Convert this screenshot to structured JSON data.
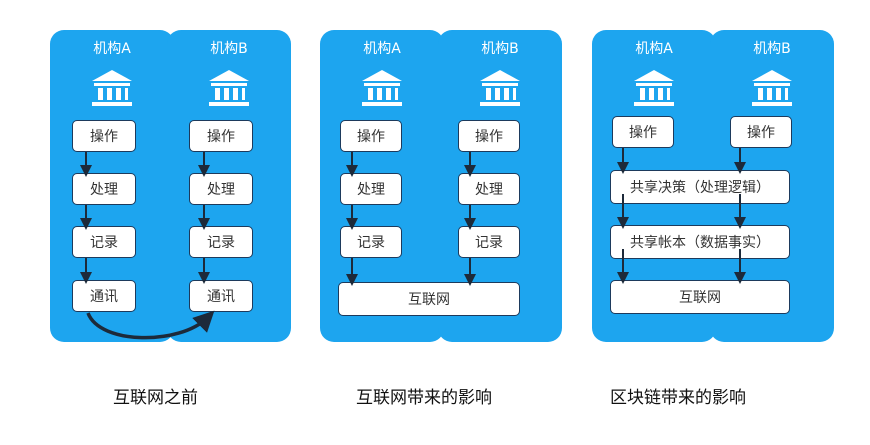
{
  "colors": {
    "panel": "#1da5ef",
    "arrow": "#1d2a3a",
    "box_border": "#1d3a5c"
  },
  "panels": [
    {
      "caption": "互联网之前",
      "orgs": [
        {
          "title": "机构A",
          "icon": "bank-building-icon",
          "steps": [
            "操作",
            "处理",
            "记录",
            "通讯"
          ]
        },
        {
          "title": "机构B",
          "icon": "bank-building-icon",
          "steps": [
            "操作",
            "处理",
            "记录",
            "通讯"
          ]
        }
      ],
      "connector": "curved arrow from 机构A 通讯 to 机构B 通讯"
    },
    {
      "caption": "互联网带来的影响",
      "orgs": [
        {
          "title": "机构A",
          "icon": "bank-building-icon",
          "steps": [
            "操作",
            "处理",
            "记录"
          ]
        },
        {
          "title": "机构B",
          "icon": "bank-building-icon",
          "steps": [
            "操作",
            "处理",
            "记录"
          ]
        }
      ],
      "shared": [
        "互联网"
      ]
    },
    {
      "caption": "区块链带来的影响",
      "orgs": [
        {
          "title": "机构A",
          "icon": "bank-building-icon",
          "steps": [
            "操作"
          ]
        },
        {
          "title": "机构B",
          "icon": "bank-building-icon",
          "steps": [
            "操作"
          ]
        }
      ],
      "shared": [
        "共享决策（处理逻辑）",
        "共享帐本（数据事实）",
        "互联网"
      ]
    }
  ]
}
